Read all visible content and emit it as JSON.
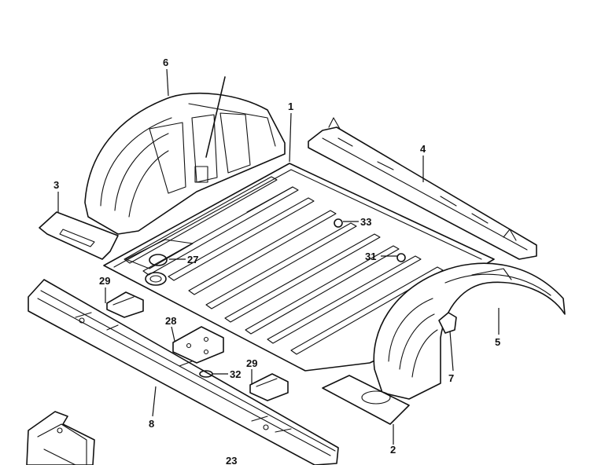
{
  "diagram": {
    "labels": {
      "p1": "1",
      "p2": "2",
      "p3": "3",
      "p4": "4",
      "p5": "5",
      "p6": "6",
      "p7": "7",
      "p8": "8",
      "p23": "23",
      "p27": "27",
      "p28": "28",
      "p29a": "29",
      "p29b": "29",
      "p31": "31",
      "p32": "32",
      "p33": "33"
    }
  }
}
